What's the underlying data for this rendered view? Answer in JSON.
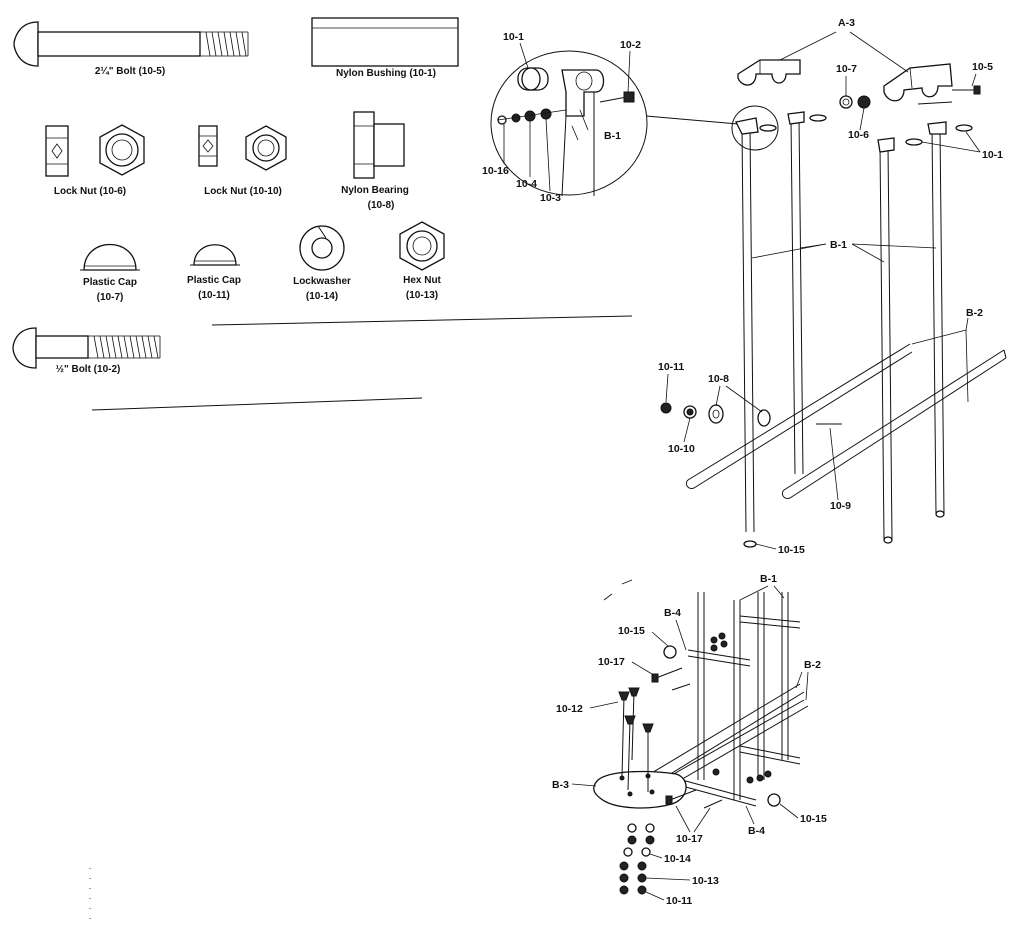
{
  "legend": {
    "bolt_2_25": "2¼\" Bolt (10-5)",
    "nylon_bushing": "Nylon Bushing (10-1)",
    "lock_nut_6": "Lock Nut (10-6)",
    "lock_nut_10": "Lock Nut (10-10)",
    "nylon_bearing_1": "Nylon Bearing",
    "nylon_bearing_2": "(10-8)",
    "plastic_cap_7_1": "Plastic Cap",
    "plastic_cap_7_2": "(10-7)",
    "plastic_cap_11_1": "Plastic Cap",
    "plastic_cap_11_2": "(10-11)",
    "lockwasher_1": "Lockwasher",
    "lockwasher_2": "(10-14)",
    "hex_nut_1": "Hex Nut",
    "hex_nut_2": "(10-13)",
    "bolt_half": "½\" Bolt (10-2)"
  },
  "callouts": {
    "detail": {
      "c10_1": "10-1",
      "c10_2": "10-2",
      "b1": "B-1",
      "c10_16": "10-16",
      "c10_4": "10-4",
      "c10_3": "10-3"
    },
    "upper": {
      "a3": "A-3",
      "c10_7": "10-7",
      "c10_5": "10-5",
      "c10_6": "10-6",
      "c10_1": "10-1",
      "b1": "B-1",
      "b2": "B-2",
      "c10_11": "10-11",
      "c10_8": "10-8",
      "c10_10": "10-10",
      "c10_9": "10-9",
      "c10_15": "10-15"
    },
    "lower": {
      "b1": "B-1",
      "b4_top": "B-4",
      "c10_15_top": "10-15",
      "c10_17_top": "10-17",
      "b2": "B-2",
      "c10_12": "10-12",
      "b3": "B-3",
      "c10_17_bot": "10-17",
      "b4_bot": "B-4",
      "c10_15_bot": "10-15",
      "c10_14": "10-14",
      "c10_13": "10-13",
      "c10_11": "10-11"
    }
  }
}
